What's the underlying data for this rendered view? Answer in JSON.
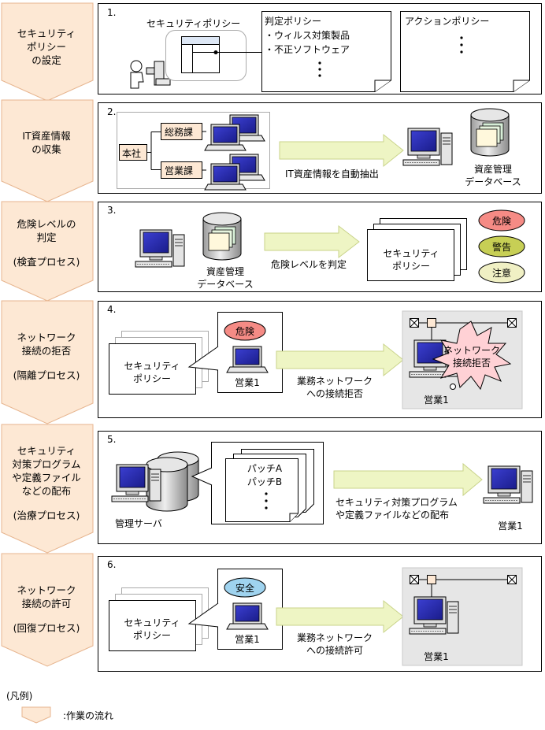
{
  "steps": [
    {
      "title_lines": [
        "セキュリティ",
        "ポリシー",
        "の設定"
      ],
      "num": "1."
    },
    {
      "title_lines": [
        "IT資産情報",
        "の収集"
      ],
      "num": "2."
    },
    {
      "title_lines": [
        "危険レベルの",
        "判定",
        "(検査プロセス)"
      ],
      "num": "3."
    },
    {
      "title_lines": [
        "ネットワーク",
        "接続の拒否",
        "(隔離プロセス)"
      ],
      "num": "4."
    },
    {
      "title_lines": [
        "セキュリティ",
        "対策プログラム",
        "や定義ファイル",
        "などの配布",
        "(治療プロセス)"
      ],
      "num": "5."
    },
    {
      "title_lines": [
        "ネットワーク",
        "接続の許可",
        "(回復プロセス)"
      ],
      "num": "6."
    }
  ],
  "p1": {
    "security_policy": "セキュリティポリシー",
    "judgment_policy": "判定ポリシー",
    "item1": "・ウィルス対策製品",
    "item2": "・不正ソフトウェア",
    "action_policy": "アクションポリシー"
  },
  "p2": {
    "honsha": "本社",
    "soumuka": "総務課",
    "eigyouka": "営業課",
    "arrow_label": "IT資産情報を自動抽出",
    "db_line1": "資産管理",
    "db_line2": "データベース"
  },
  "p3": {
    "db_line1": "資産管理",
    "db_line2": "データベース",
    "arrow_label": "危険レベルを判定",
    "policy_line1": "セキュリティ",
    "policy_line2": "ポリシー",
    "level_danger": "危険",
    "level_warning": "警告",
    "level_caution": "注意"
  },
  "p4": {
    "policy_line1": "セキュリティ",
    "policy_line2": "ポリシー",
    "badge": "危険",
    "pc_label": "営業1",
    "arrow_line1": "業務ネットワーク",
    "arrow_line2": "への接続拒否",
    "burst_line1": "ネットワーク",
    "burst_line2": "接続拒否",
    "target_label": "営業1"
  },
  "p5": {
    "patch_a": "パッチA",
    "patch_b": "パッチB",
    "server_label": "管理サーバ",
    "arrow_line1": "セキュリティ対策プログラム",
    "arrow_line2": "や定義ファイルなどの配布",
    "target_label": "営業1"
  },
  "p6": {
    "policy_line1": "セキュリティ",
    "policy_line2": "ポリシー",
    "badge": "安全",
    "pc_label": "営業1",
    "arrow_line1": "業務ネットワーク",
    "arrow_line2": "への接続許可",
    "target_label": "営業1"
  },
  "legend": {
    "title": "(凡例)",
    "item": ":作業の流れ"
  },
  "colors": {
    "flow_arrow": "#fde8d4",
    "flow_arrow_stroke": "#e7b58f",
    "big_arrow": "#eef5c4",
    "big_arrow_stroke": "#c9d38a",
    "danger": "#f58b85",
    "warning": "#c7cf55",
    "caution": "#f0f0c4",
    "safe": "#9fd3ef"
  }
}
